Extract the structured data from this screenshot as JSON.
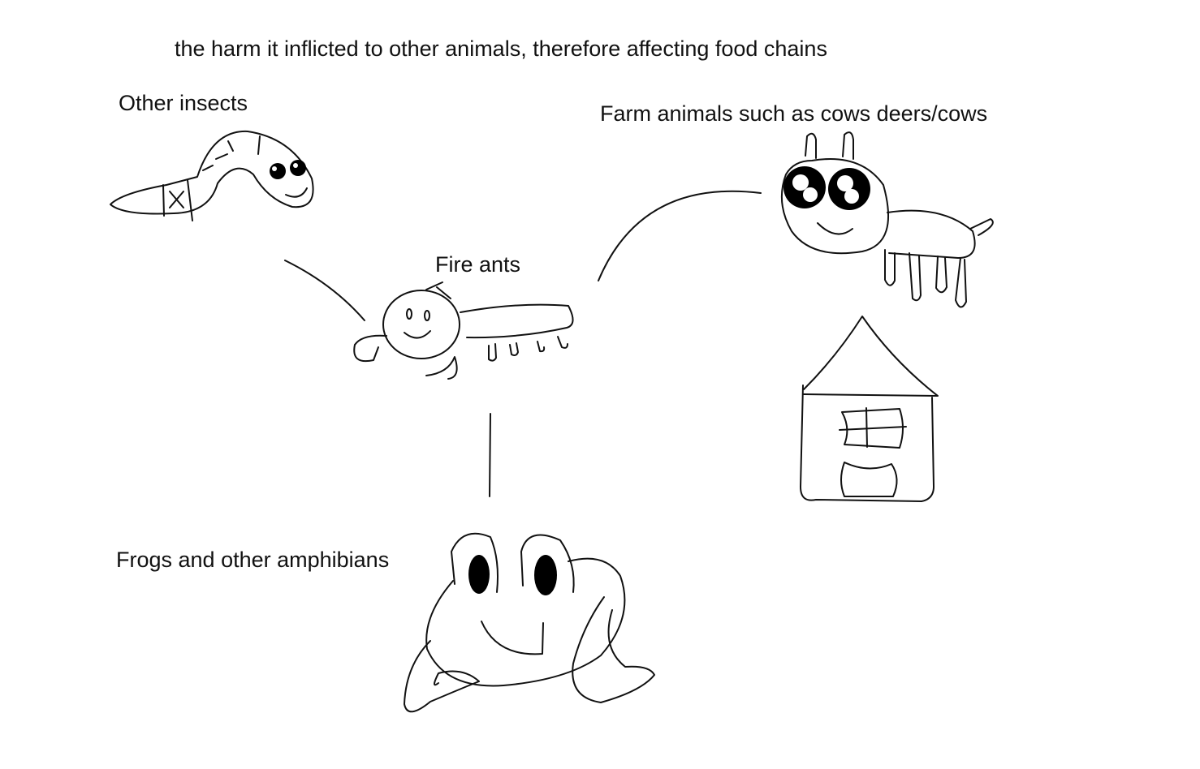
{
  "title": "the harm it inflicted to other animals, therefore affecting food chains",
  "nodes": {
    "other_insects": "Other insects",
    "farm_animals": "Farm animals such as cows deers/cows",
    "fire_ants": "Fire ants",
    "frogs": "Frogs and other amphibians"
  },
  "colors": {
    "ink": "#111111",
    "background": "#ffffff"
  }
}
